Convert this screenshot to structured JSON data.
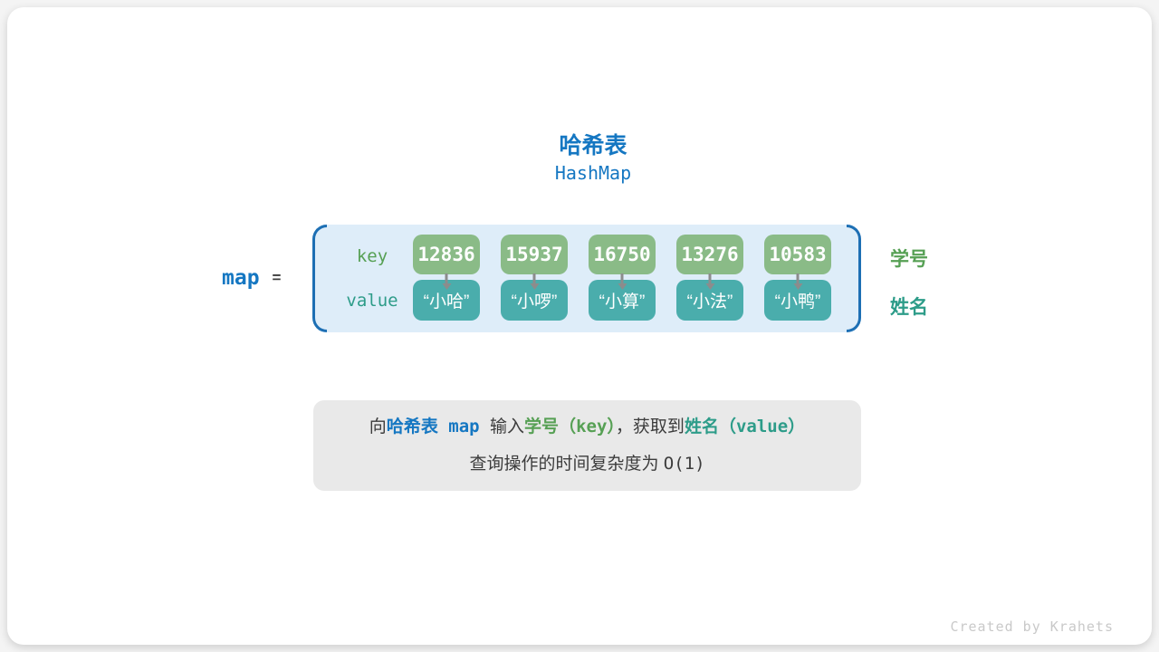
{
  "header": {
    "title_zh": "哈希表",
    "title_en": "HashMap"
  },
  "map_diagram": {
    "variable": "map",
    "equals": "=",
    "key_row_label": "key",
    "value_row_label": "value",
    "entries": [
      {
        "key": "12836",
        "value": "“小哈”"
      },
      {
        "key": "15937",
        "value": "“小啰”"
      },
      {
        "key": "16750",
        "value": "“小算”"
      },
      {
        "key": "13276",
        "value": "“小法”"
      },
      {
        "key": "10583",
        "value": "“小鸭”"
      }
    ],
    "keys_annotation": "学号",
    "values_annotation": "姓名"
  },
  "note": {
    "line1_segments": [
      {
        "text": "向"
      },
      {
        "text": "哈希表"
      },
      {
        "text": " map "
      },
      {
        "text": "输入"
      },
      {
        "text": "学号"
      },
      {
        "text": "（"
      },
      {
        "text": "key"
      },
      {
        "text": "）"
      },
      {
        "text": "，获取到"
      },
      {
        "text": "姓名"
      },
      {
        "text": "（"
      },
      {
        "text": "value"
      },
      {
        "text": "）"
      }
    ],
    "line2_segments": [
      {
        "text": "查询操作的时间复杂度为 "
      },
      {
        "text": "O(1)"
      }
    ]
  },
  "footer": {
    "credit": "Created by Krahets"
  },
  "colors": {
    "accent_blue": "#1577c2",
    "bracket_blue": "#1d6fb4",
    "container_bg": "#deedf9",
    "key_box_green": "#8abb87",
    "value_box_teal": "#4aadac",
    "green_text": "#56a054",
    "teal_text": "#2d9c89",
    "note_bg": "#e9e9e9",
    "arrow_gray": "#8c8c8c",
    "credit_gray": "#c9c9c9"
  }
}
